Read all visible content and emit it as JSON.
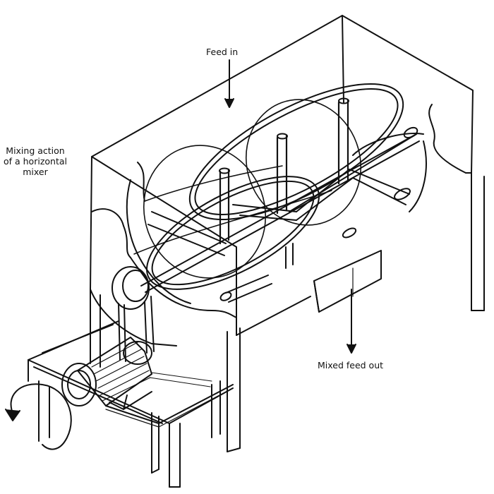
{
  "labels": {
    "feed_in": "Feed in",
    "mixed_feed_out": "Mixed feed out",
    "mixing_action": {
      "line1": "Mixing action",
      "line2": "of a horizontal",
      "line3": "mixer"
    }
  },
  "colors": {
    "ink": "#111111",
    "background": "#ffffff"
  }
}
